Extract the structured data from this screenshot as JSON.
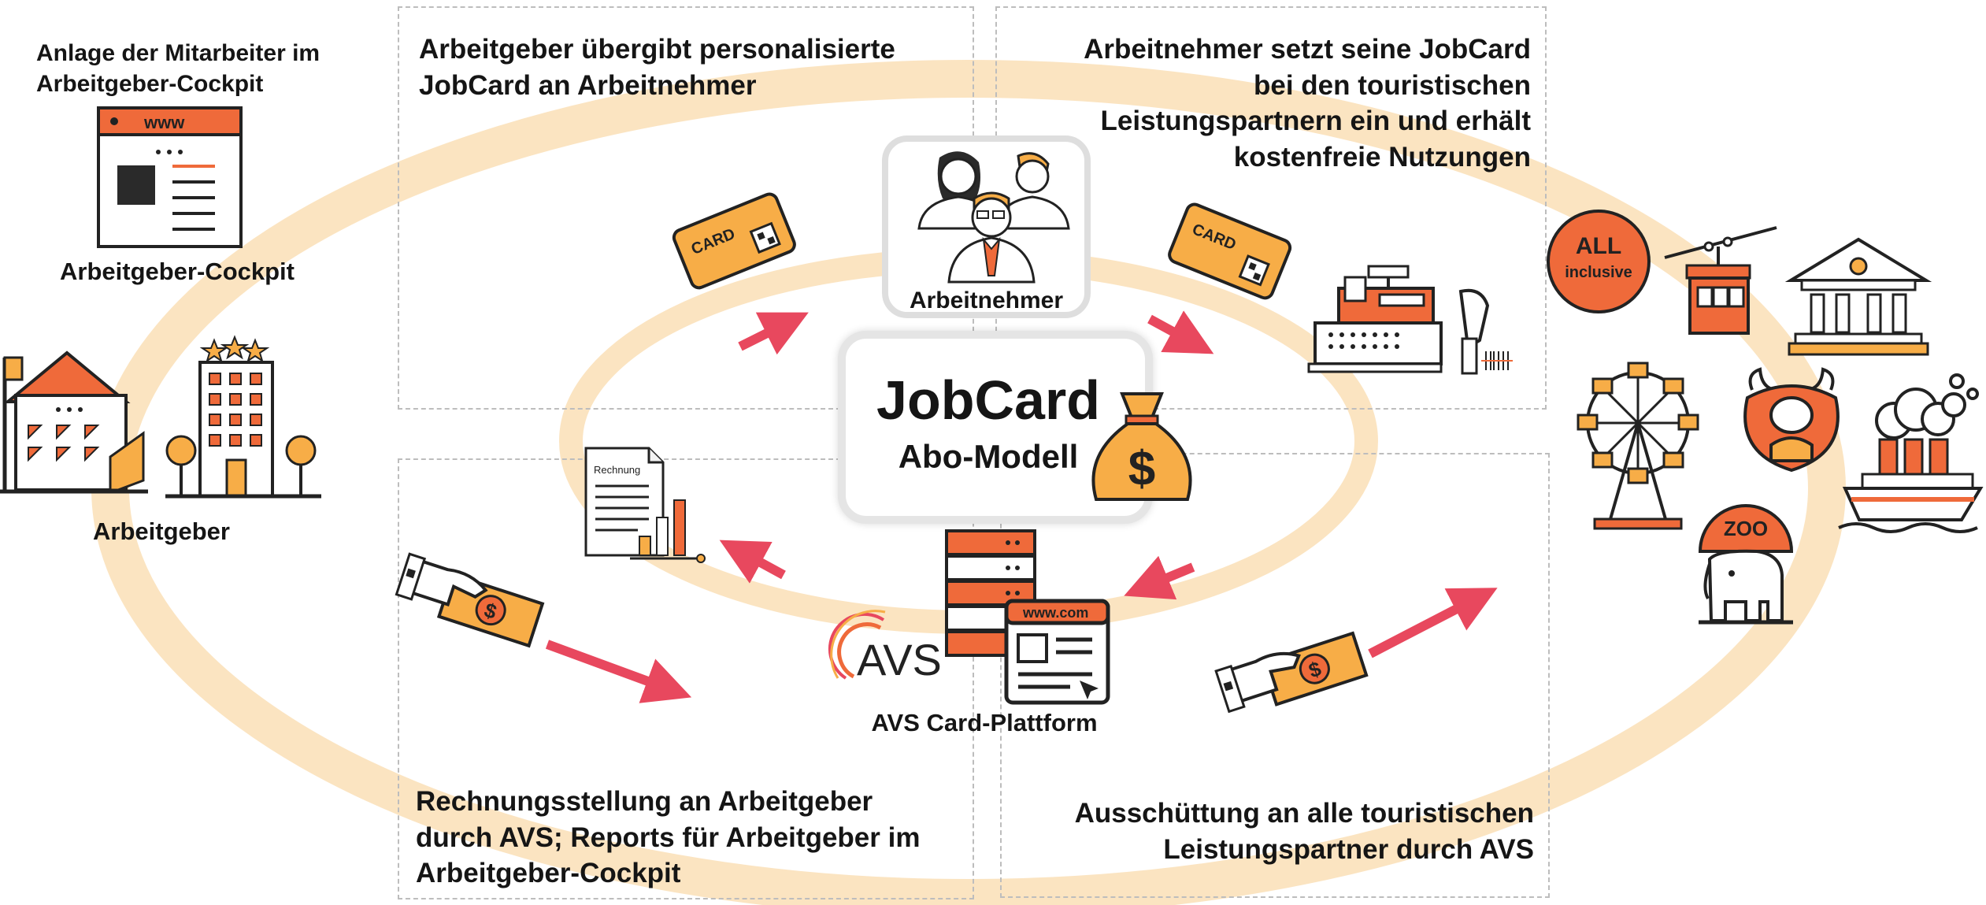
{
  "colors": {
    "accent_orange": "#ef6a3a",
    "card_yellow": "#f7ad47",
    "arrow_pink": "#e8485e",
    "ring_peach": "#fbe1ba",
    "outline_dark": "#222222"
  },
  "left": {
    "cockpit_heading": "Anlage der Mitarbeiter im\nArbeitgeber-Cockpit",
    "cockpit_browser_text": "www",
    "cockpit_label": "Arbeitgeber-Cockpit",
    "employer_label": "Arbeitgeber"
  },
  "panels": {
    "top_left": "Arbeitgeber übergibt personalisierte\nJobCard an Arbeitnehmer",
    "top_right": "Arbeitnehmer setzt seine JobCard\nbei den touristischen\nLeistungspartnern ein und erhält\nkostenfreie Nutzungen",
    "bottom_left": "Rechnungsstellung an Arbeitgeber\ndurch AVS; Reports für Arbeitgeber im\nArbeitgeber-Cockpit",
    "bottom_right": "Ausschüttung an alle touristischen\nLeistungspartner durch AVS"
  },
  "center": {
    "title": "JobCard",
    "subtitle": "Abo-Modell",
    "employee_label": "Arbeitnehmer",
    "platform_label": "AVS Card-Plattform",
    "avs_logo": "AVS",
    "platform_browser_text": "www.com"
  },
  "cards": {
    "label": "CARD"
  },
  "invoice": {
    "label": "Rechnung"
  },
  "partners": {
    "all_inclusive": "ALL\ninclusive",
    "zoo": "ZOO"
  },
  "icons": [
    "browser-window-icon",
    "office-building-icon",
    "hotel-icon",
    "employees-group-icon",
    "job-card-icon",
    "cash-register-icon",
    "barcode-scanner-icon",
    "money-bag-icon",
    "server-rack-icon",
    "web-page-icon",
    "invoice-report-icon",
    "cash-hand-icon",
    "all-inclusive-badge-icon",
    "cable-car-icon",
    "museum-icon",
    "ferris-wheel-icon",
    "theater-mask-icon",
    "ship-icon",
    "zoo-elephant-icon"
  ]
}
